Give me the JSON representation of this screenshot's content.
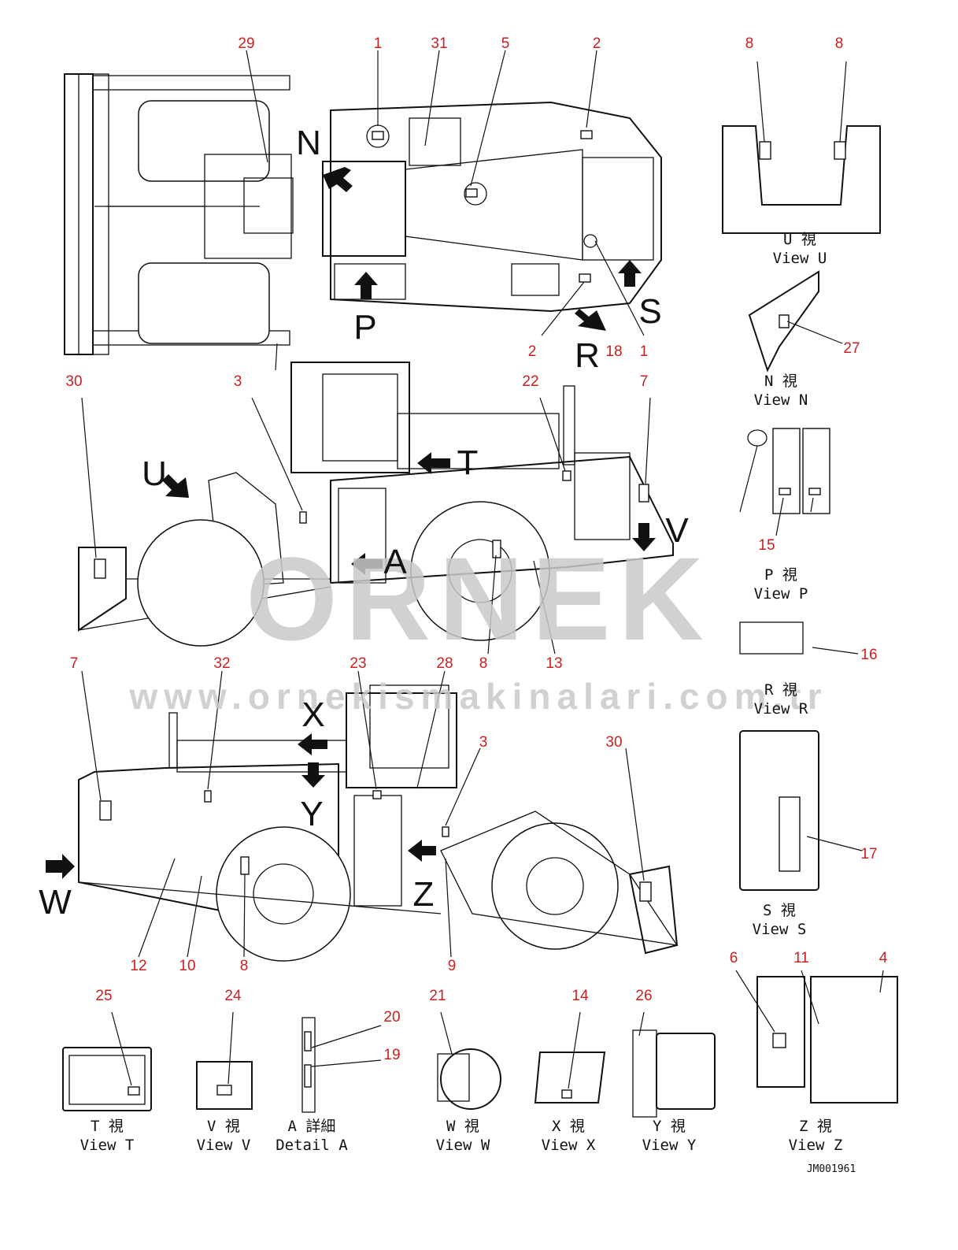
{
  "diagram": {
    "callouts": [
      "29",
      "1",
      "31",
      "5",
      "2",
      "8",
      "8",
      "2",
      "18",
      "1",
      "30",
      "3",
      "22",
      "7",
      "27",
      "15",
      "8",
      "13",
      "16",
      "7",
      "32",
      "23",
      "28",
      "3",
      "30",
      "17",
      "12",
      "10",
      "8",
      "9",
      "6",
      "11",
      "4",
      "25",
      "24",
      "20",
      "19",
      "21",
      "14",
      "26"
    ],
    "arrow_letters": {
      "N": "N",
      "P": "P",
      "R": "R",
      "S": "S",
      "U": "U",
      "T": "T",
      "A": "A",
      "V": "V",
      "X": "X",
      "Y": "Y",
      "Z": "Z",
      "W": "W"
    },
    "views": {
      "U": [
        "U 視",
        "View U"
      ],
      "N": [
        "N 視",
        "View N"
      ],
      "P": [
        "P 視",
        "View P"
      ],
      "R": [
        "R 視",
        "View R"
      ],
      "S": [
        "S 視",
        "View S"
      ],
      "T": [
        "T 視",
        "View T"
      ],
      "V": [
        "V 視",
        "View V"
      ],
      "A": [
        "A 詳細",
        "Detail A"
      ],
      "W": [
        "W 視",
        "View W"
      ],
      "X": [
        "X 視",
        "View X"
      ],
      "Y": [
        "Y 視",
        "View Y"
      ],
      "Z": [
        "Z 視",
        "View Z"
      ]
    },
    "drawing_code": "JM001961",
    "watermark": {
      "logo": "ORNEK",
      "url": "www.ornekismakinalari.com.tr"
    },
    "colors": {
      "callout": "#cc1f1f",
      "line": "#111111",
      "watermark": "#c9c9cc"
    }
  }
}
